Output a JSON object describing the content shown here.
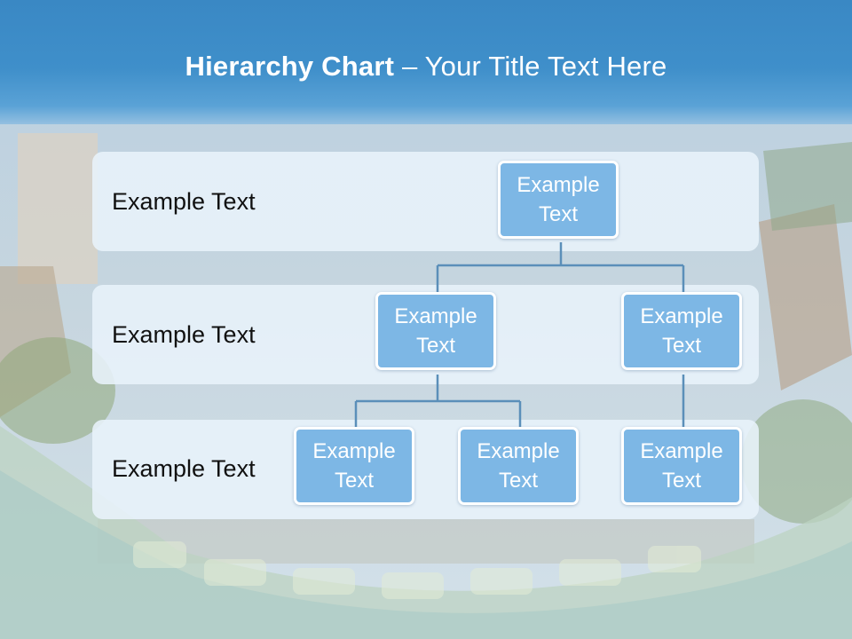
{
  "slide": {
    "title_bold": "Hierarchy Chart",
    "title_dash": " – ",
    "title_rest": "Your Title Text Here"
  },
  "levels": [
    {
      "label": "Example Text"
    },
    {
      "label": "Example Text"
    },
    {
      "label": "Example Text"
    }
  ],
  "nodes": {
    "root": "Example Text",
    "level2": [
      "Example Text",
      "Example Text"
    ],
    "level3": [
      "Example Text",
      "Example Text",
      "Example Text"
    ]
  },
  "colors": {
    "header": "#3f8fca",
    "node_fill": "#7db7e5",
    "connector": "#5b8fb9"
  }
}
